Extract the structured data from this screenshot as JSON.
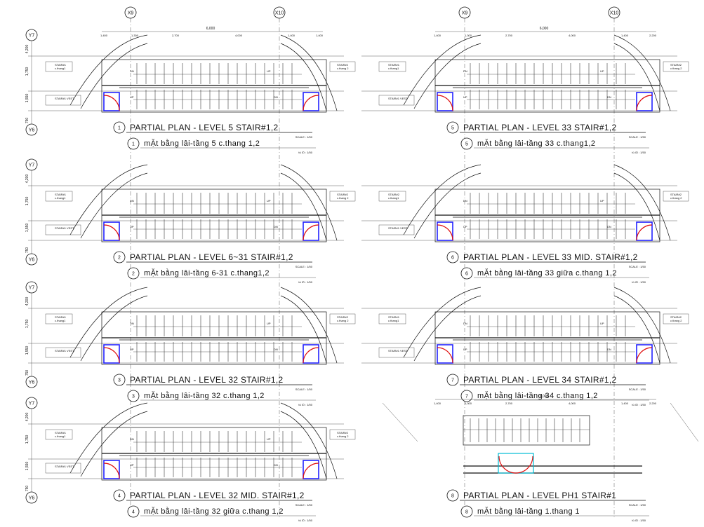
{
  "drawing": {
    "grid_labels": {
      "x_left": "X9",
      "x_right": "X10",
      "y_top": "Y7",
      "y_bottom": "Y6"
    },
    "top_dims": {
      "total": "6,000",
      "seg": [
        "1,400",
        "1,300",
        "2,700",
        "4,000",
        "1,400",
        "1,400"
      ],
      "seg_right": [
        "1,400",
        "1,300",
        "2,700",
        "4,000",
        "1,400",
        "2,200"
      ]
    },
    "side_dims": [
      "4,200",
      "1,750",
      "1,550",
      "750"
    ],
    "stair_labels": {
      "stair1": "STAIR#1",
      "stair2": "STAIR#2",
      "cthang1": "c.thang1",
      "cthang2": "c.thang 2",
      "vest": "STAIR#1 VEST.",
      "vest2": "STAIR#2 VEST.",
      "up": "UP",
      "dn": "DN"
    },
    "plans": [
      {
        "num": "1",
        "title": "PARTIAL PLAN - LEVEL 5 STAIR#1,2",
        "scale": "SCALE : 1/50",
        "viet": "mẶt bằng lâi-tầng 5 c.thang 1,2",
        "viet_scale": "tû lÖ : 1/50"
      },
      {
        "num": "2",
        "title": "PARTIAL PLAN - LEVEL 6~31 STAIR#1,2",
        "scale": "SCALE : 1/50",
        "viet": "mẶt bằng lâi-tầng 6-31 c.thang1,2",
        "viet_scale": "tû lÖ : 1/50"
      },
      {
        "num": "3",
        "title": "PARTIAL PLAN - LEVEL 32 STAIR#1,2",
        "scale": "SCALE : 1/50",
        "viet": "mẶt bằng lâi-tầng 32 c.thang 1,2",
        "viet_scale": "tû lÖ : 1/50"
      },
      {
        "num": "4",
        "title": "PARTIAL PLAN - LEVEL 32 MID. STAIR#1,2",
        "scale": "SCALE : 1/50",
        "viet": "mẶt bằng lâi-tầng 32 giữa c.thang 1,2",
        "viet_scale": "tû lÖ : 1/50"
      },
      {
        "num": "5",
        "title": "PARTIAL PLAN - LEVEL 33 STAIR#1,2",
        "scale": "SCALE : 1/50",
        "viet": "mẶt bằng lâi-tầng 33 c.thang1,2",
        "viet_scale": "tû lÖ : 1/50"
      },
      {
        "num": "6",
        "title": "PARTIAL PLAN - LEVEL 33 MID. STAIR#1,2",
        "scale": "SCALE : 1/50",
        "viet": "mẶt bằng lâi-tầng 33 giữa c.thang 1,2",
        "viet_scale": "tû lÖ : 1/50"
      },
      {
        "num": "7",
        "title": "PARTIAL PLAN - LEVEL 34 STAIR#1,2",
        "scale": "SCALE : 1/50",
        "viet": "mẶt bằng lâi-tầng 34 c.thang 1,2",
        "viet_scale": "tû lÖ : 1/50"
      },
      {
        "num": "8",
        "title": "PARTIAL PLAN - LEVEL PH1 STAIR#1",
        "scale": "SCALE : 1/50",
        "viet": "mẶt bằng lâi-tầng 1.thang 1",
        "viet_scale": "tû lÖ : 1/50"
      }
    ],
    "colors": {
      "line": "#111111",
      "blue": "#2222ff",
      "cyan": "#00bcd4",
      "red": "#e01010"
    }
  }
}
